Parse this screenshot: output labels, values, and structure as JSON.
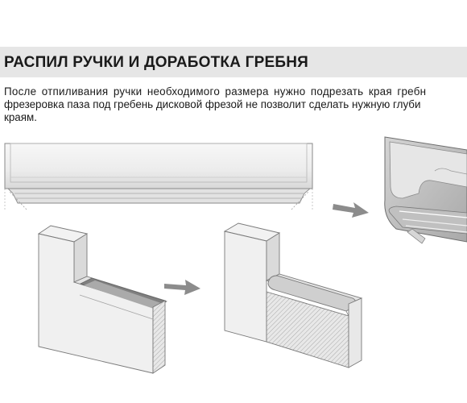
{
  "heading": "РАСПИЛ РУЧКИ И ДОРАБОТКА ГРЕБНЯ",
  "paragraph": {
    "line1": "После отпиливания ручки необходимого размера нужно подрезать края гребн",
    "line2": "фрезеровка паза под гребень дисковой фрезой не позволит сделать нужную глуби",
    "line3": "краям."
  },
  "colors": {
    "heading_background": "#e6e6e6",
    "text": "#1a1a1a",
    "arrow": "#8c8c8c"
  },
  "icons": [
    "arrow-right-icon"
  ]
}
